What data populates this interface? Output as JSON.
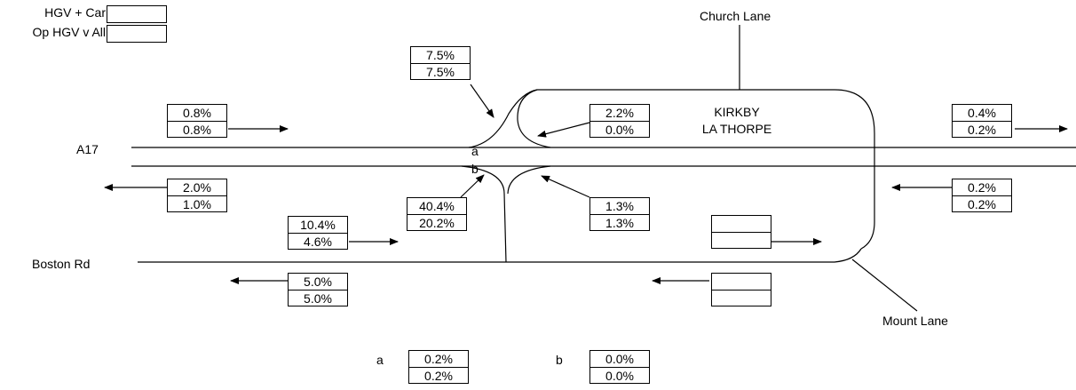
{
  "legend": {
    "row1": "HGV + Car",
    "row2": "Op HGV v All"
  },
  "roads": {
    "church_lane": "Church Lane",
    "a17": "A17",
    "boston_rd": "Boston Rd",
    "mount_lane": "Mount Lane"
  },
  "place": {
    "line1": "KIRKBY",
    "line2": "LA THORPE"
  },
  "junction_labels": {
    "a": "a",
    "b": "b"
  },
  "boxes": {
    "church_left": {
      "top": "7.5%",
      "bottom": "7.5%"
    },
    "a17_west_in": {
      "top": "0.8%",
      "bottom": "0.8%"
    },
    "loop_out": {
      "top": "2.2%",
      "bottom": "0.0%"
    },
    "a17_east_out": {
      "top": "0.4%",
      "bottom": "0.2%"
    },
    "a17_west_out": {
      "top": "2.0%",
      "bottom": "1.0%"
    },
    "junction_up": {
      "top": "40.4%",
      "bottom": "20.2%"
    },
    "junction_right": {
      "top": "1.3%",
      "bottom": "1.3%"
    },
    "a17_east_in": {
      "top": "0.2%",
      "bottom": "0.2%"
    },
    "boston_in": {
      "top": "10.4%",
      "bottom": "4.6%"
    },
    "mount_out": {
      "top": "",
      "bottom": ""
    },
    "boston_out": {
      "top": "5.0%",
      "bottom": "5.0%"
    },
    "mount_in": {
      "top": "",
      "bottom": ""
    },
    "note_a": {
      "top": "0.2%",
      "bottom": "0.2%"
    },
    "note_b": {
      "top": "0.0%",
      "bottom": "0.0%"
    }
  }
}
